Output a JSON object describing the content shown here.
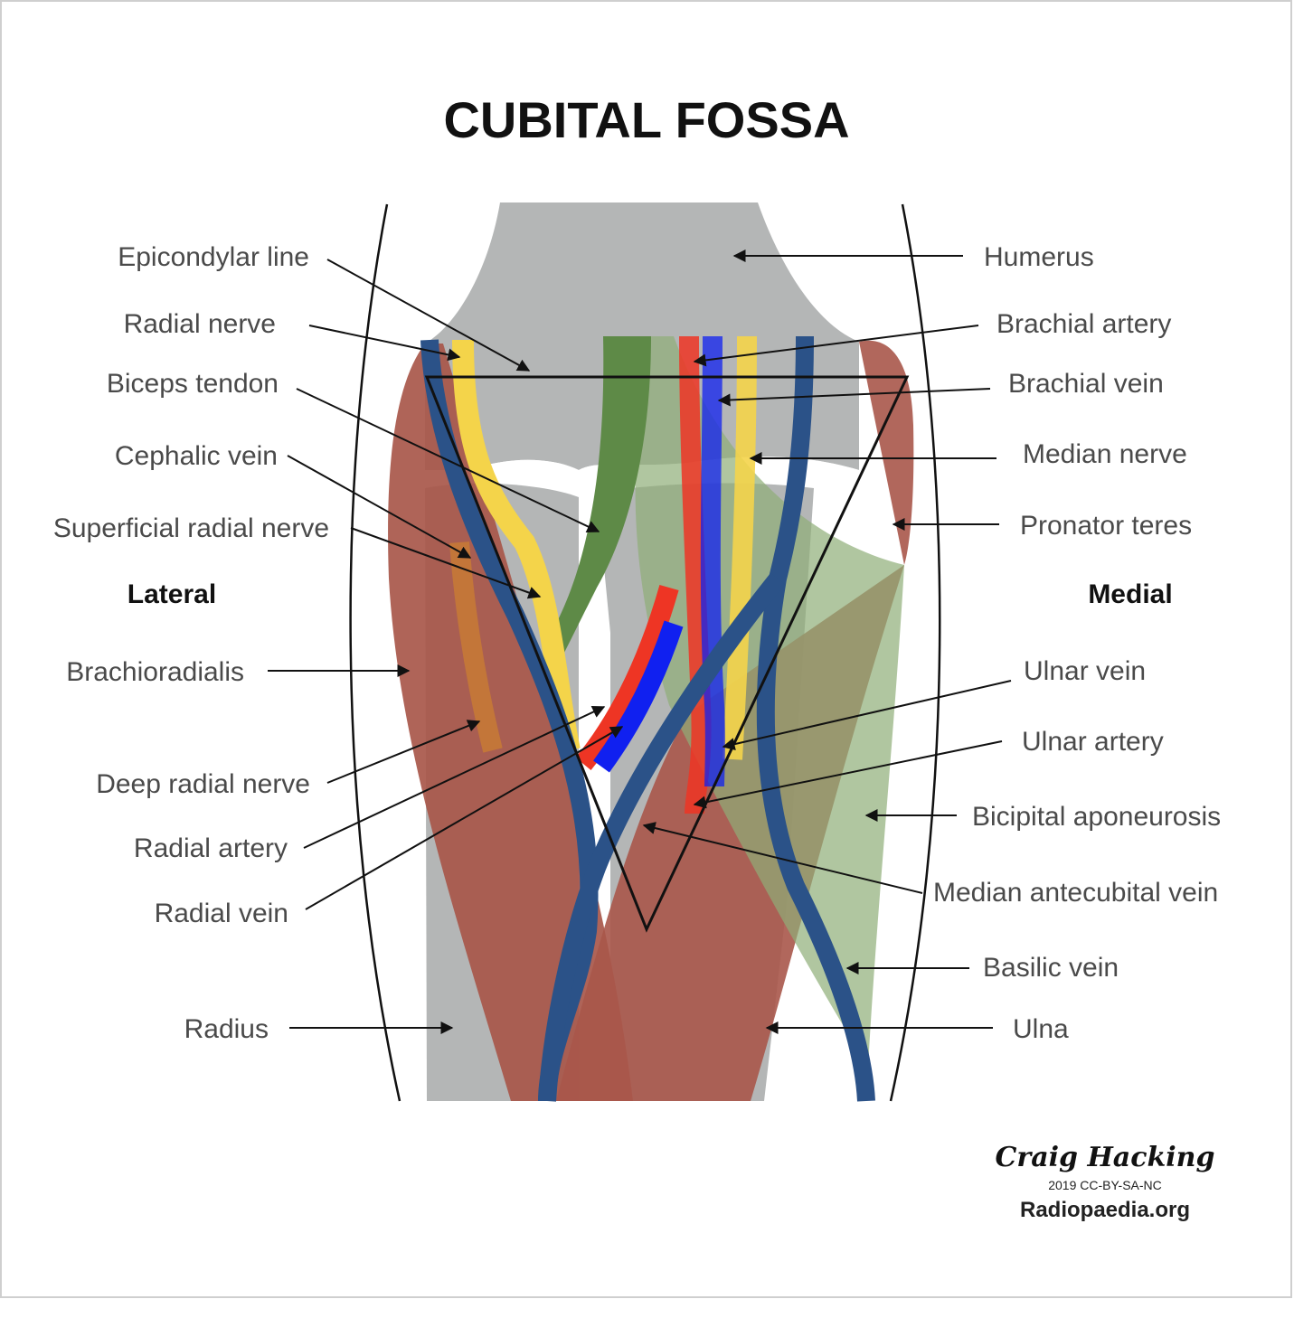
{
  "title": "CUBITAL FOSSA",
  "sides": {
    "lateral": "Lateral",
    "medial": "Medial"
  },
  "labels_left": [
    "Epicondylar line",
    "Radial nerve",
    "Biceps tendon",
    "Cephalic vein",
    "Superficial radial nerve",
    "Brachioradialis",
    "Deep radial nerve",
    "Radial artery",
    "Radial vein",
    "Radius"
  ],
  "labels_right": [
    "Humerus",
    "Brachial artery",
    "Brachial vein",
    "Median nerve",
    "Pronator teres",
    "Ulnar vein",
    "Ulnar artery",
    "Bicipital aponeurosis",
    "Median antecubital vein",
    "Basilic vein",
    "Ulna"
  ],
  "credit": {
    "author": "Craig Hacking",
    "license": "2019 CC-BY-SA-NC",
    "site": "Radiopaedia.org"
  },
  "colors": {
    "bone": "#b4b6b6",
    "muscle": "#a8574a",
    "aponeurosis": "#8fae78",
    "biceps": "#5e8a47",
    "vein": "#2b5288",
    "artery": "#ee3524",
    "brachial_vein": "#1020f0",
    "nerve": "#f4d44a",
    "deep_nerve": "#c87a35"
  }
}
